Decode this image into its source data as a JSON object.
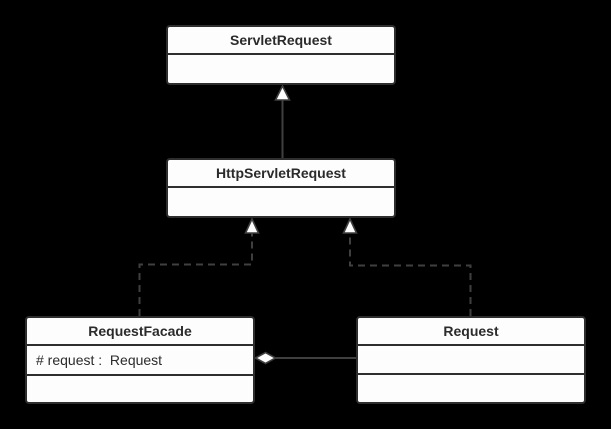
{
  "diagram": {
    "type": "uml-class-diagram",
    "classes": [
      {
        "id": "servlet-request",
        "name": "ServletRequest",
        "attributes": [],
        "methods": []
      },
      {
        "id": "http-servlet-request",
        "name": "HttpServletRequest",
        "attributes": [],
        "methods": []
      },
      {
        "id": "request-facade",
        "name": "RequestFacade",
        "attributes": [
          "# request :  Request"
        ],
        "methods": []
      },
      {
        "id": "request",
        "name": "Request",
        "attributes": [],
        "methods": []
      }
    ],
    "relations": [
      {
        "type": "generalization",
        "from": "HttpServletRequest",
        "to": "ServletRequest",
        "line": "solid",
        "marker": "hollow-triangle"
      },
      {
        "type": "realization",
        "from": "RequestFacade",
        "to": "HttpServletRequest",
        "line": "dashed",
        "marker": "hollow-triangle"
      },
      {
        "type": "realization",
        "from": "Request",
        "to": "HttpServletRequest",
        "line": "dashed",
        "marker": "hollow-triangle"
      },
      {
        "type": "aggregation",
        "whole": "RequestFacade",
        "part": "Request",
        "line": "solid",
        "marker": "hollow-diamond"
      }
    ],
    "colors": {
      "background": "#000000",
      "node_fill": "#fdfdfd",
      "node_border": "#2e2e2e",
      "text": "#2b2b2b",
      "connector": "#3f3f3f",
      "arrowhead_fill": "#fdfdfd"
    }
  }
}
